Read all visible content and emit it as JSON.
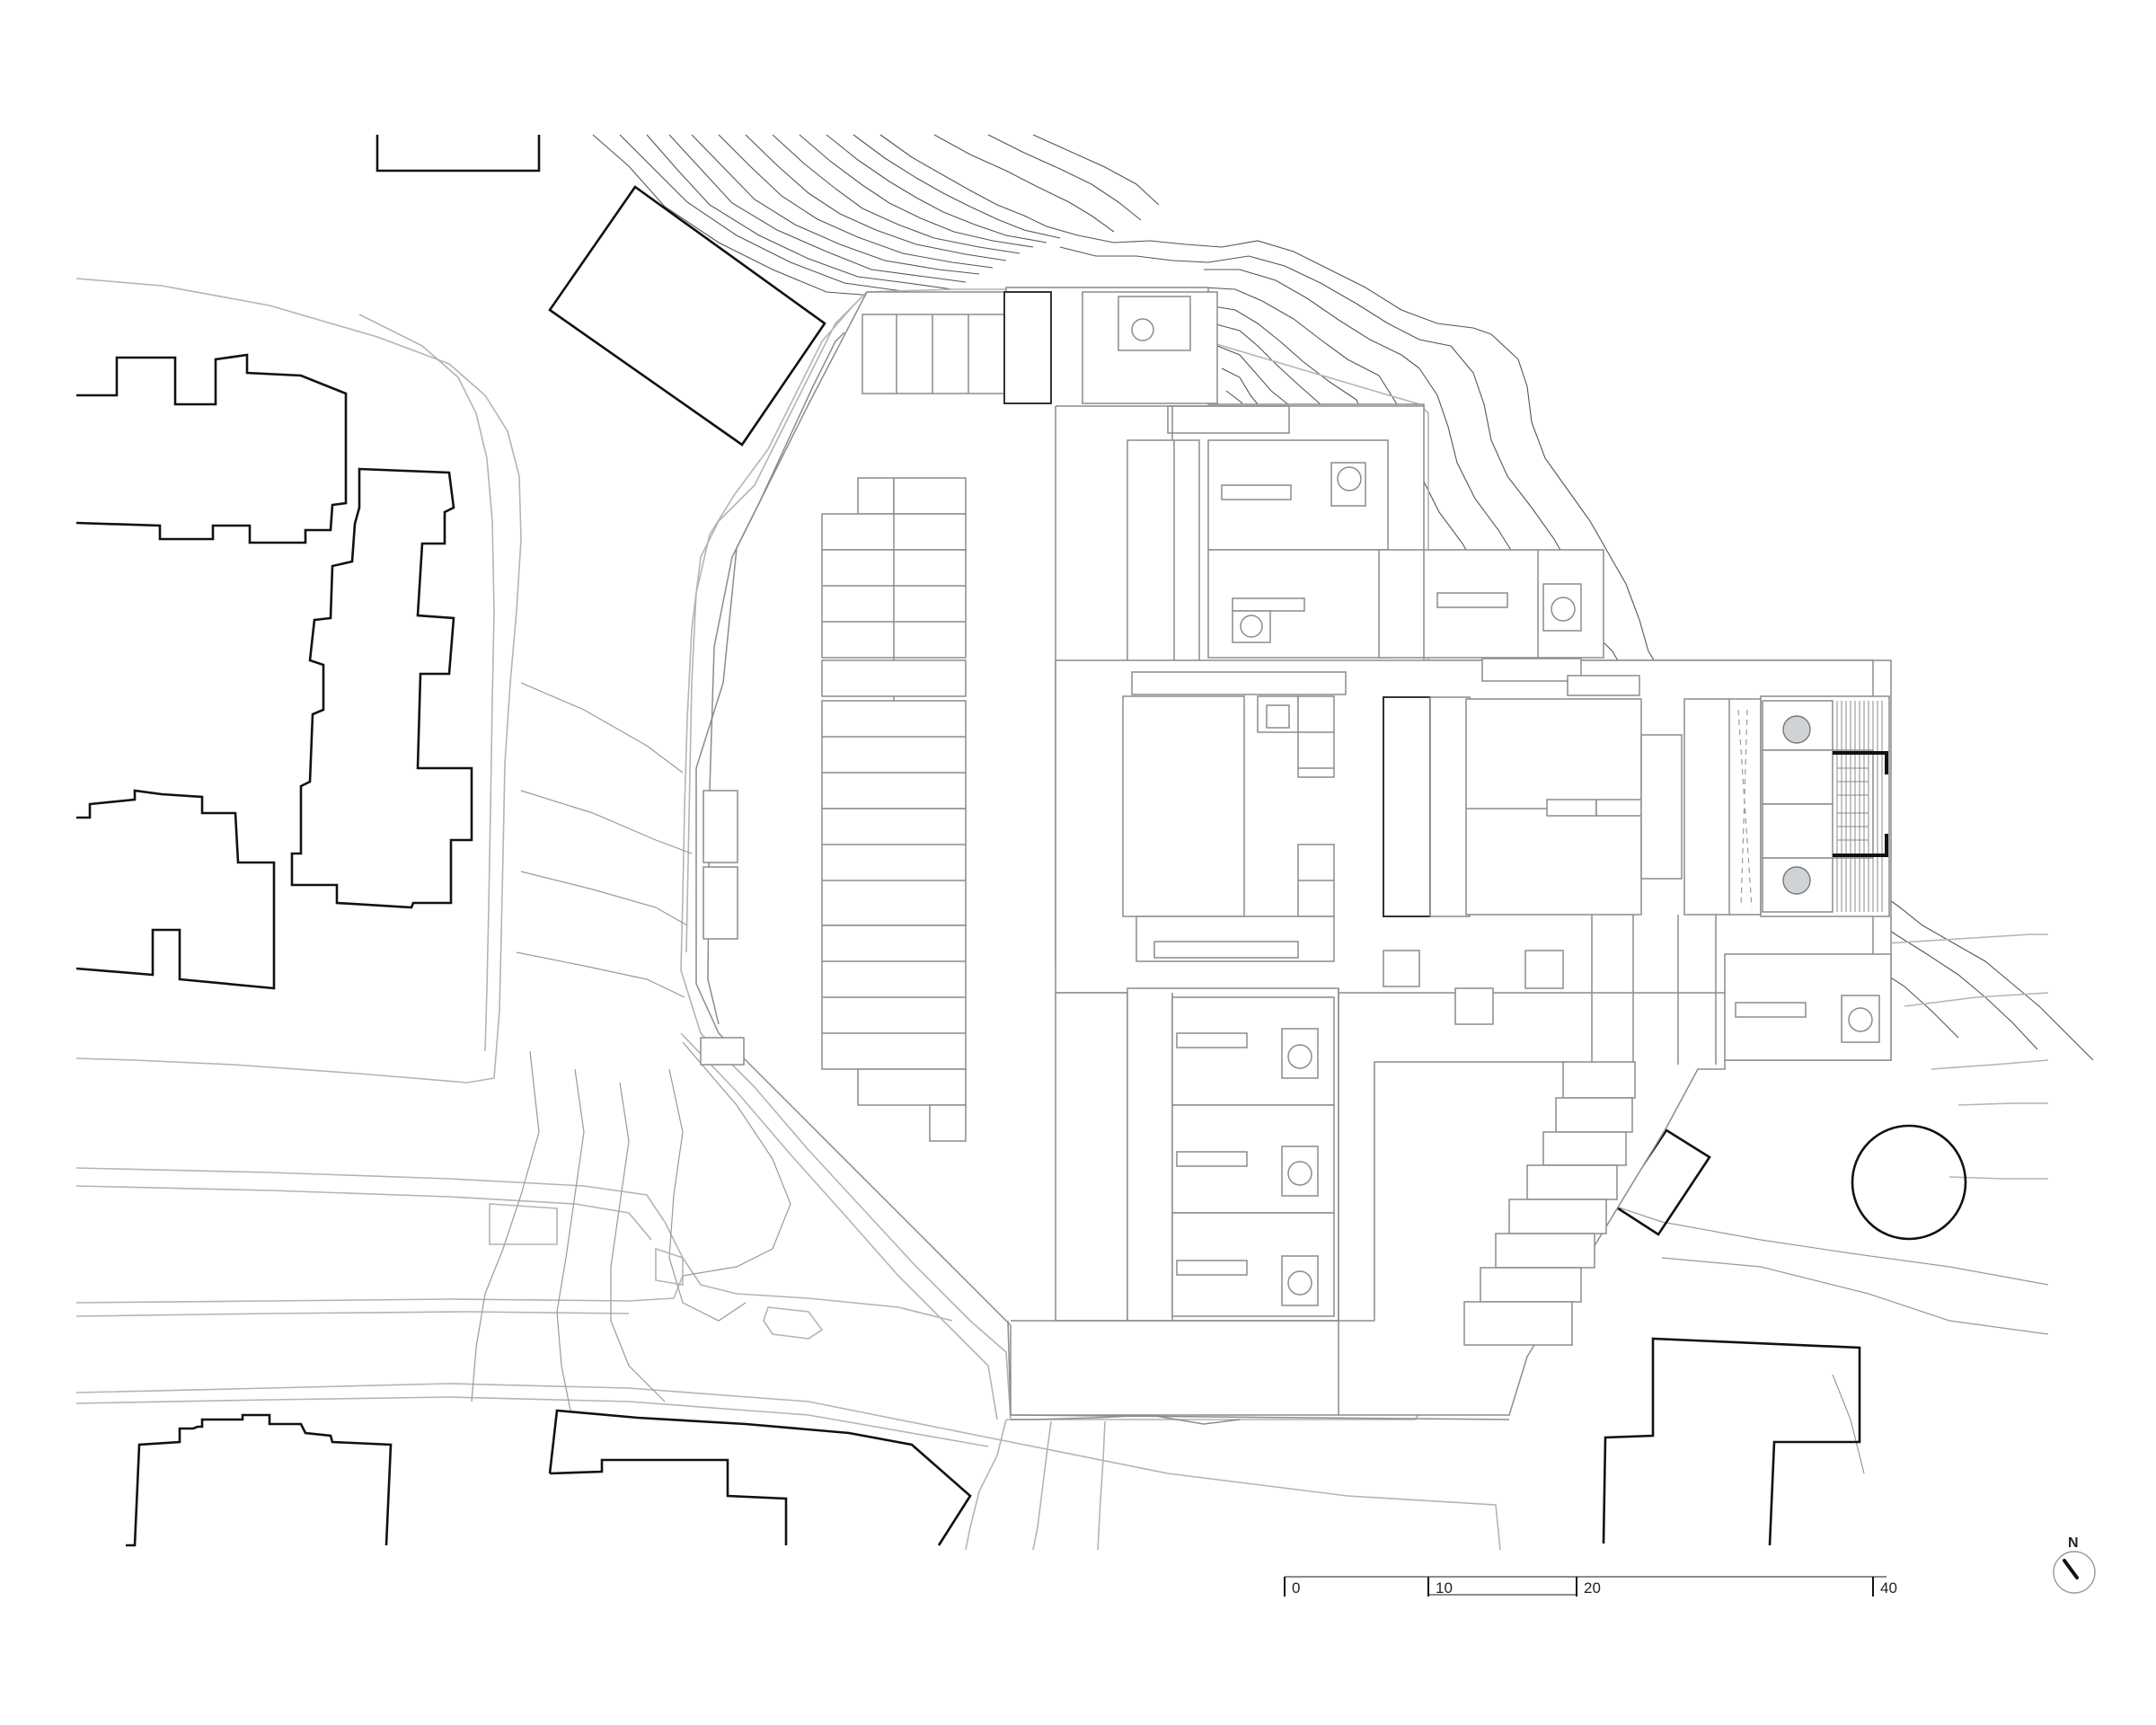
{
  "scale_bar": {
    "labels": [
      "0",
      "10",
      "20",
      "40"
    ],
    "values": [
      0,
      10,
      20,
      40
    ]
  },
  "north_arrow": {
    "label": "N"
  }
}
